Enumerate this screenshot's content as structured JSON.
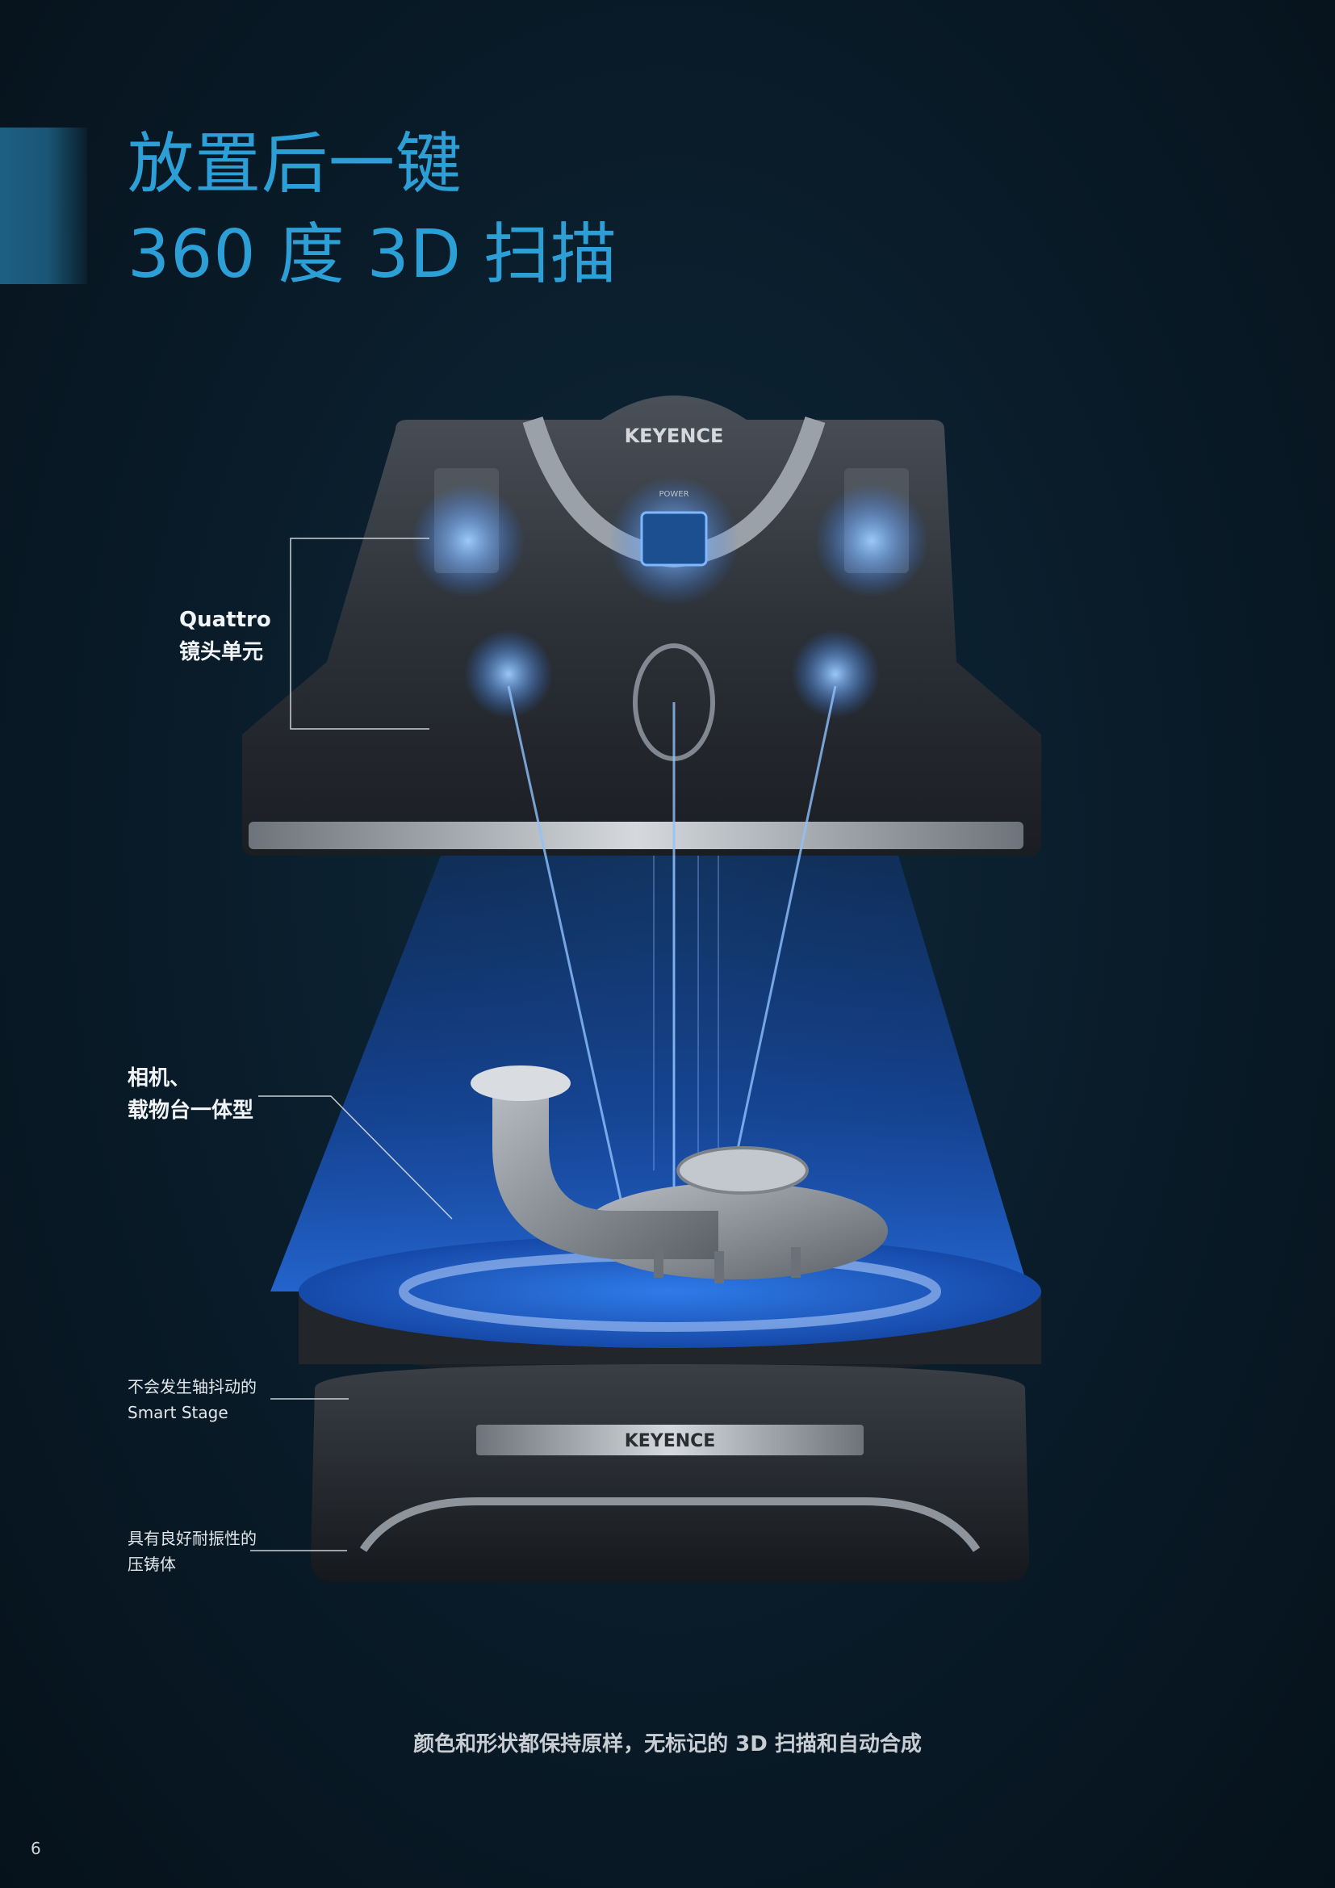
{
  "title": {
    "line1": "放置后一键",
    "line2": "360 度 3D 扫描"
  },
  "callouts": {
    "quattro": {
      "line1": "Quattro",
      "line2": "镜头单元"
    },
    "camera_stage": {
      "line1": "相机、",
      "line2": "载物台一体型"
    },
    "smart_stage": {
      "line1": "不会发生轴抖动的",
      "line2": "Smart Stage"
    },
    "die_cast": {
      "line1": "具有良好耐振性的",
      "line2": "压铸体"
    }
  },
  "product": {
    "brand_top": "KEYENCE",
    "brand_base": "KEYENCE",
    "power_label": "POWER"
  },
  "caption": "颜色和形状都保持原样，无标记的 3D 扫描和自动合成",
  "page_number": "6",
  "colors": {
    "accent": "#2c9fd6",
    "background": "#0a1d2b",
    "scan_light": "#1f5fd8"
  }
}
